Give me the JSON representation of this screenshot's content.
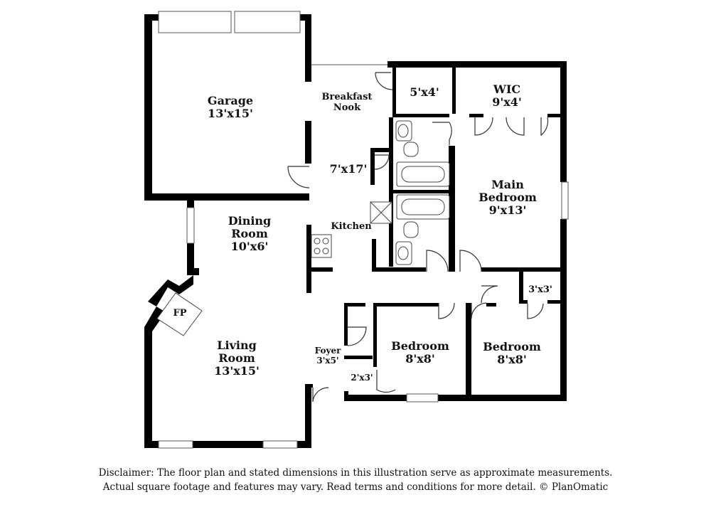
{
  "rooms": [
    {
      "key": "garage",
      "name": "Garage",
      "dims": "13'x15'"
    },
    {
      "key": "breakfast",
      "name": "Breakfast\nNook",
      "dims": ""
    },
    {
      "key": "closet54",
      "name": "",
      "dims": "5'x4'"
    },
    {
      "key": "wic",
      "name": "WIC",
      "dims": "9'x4'"
    },
    {
      "key": "hall",
      "name": "",
      "dims": "7'x17'"
    },
    {
      "key": "main",
      "name": "Main\nBedroom",
      "dims": "9'x13'"
    },
    {
      "key": "dining",
      "name": "Dining\nRoom",
      "dims": "10'x6'"
    },
    {
      "key": "kitchen",
      "name": "Kitchen",
      "dims": ""
    },
    {
      "key": "closet33",
      "name": "",
      "dims": "3'x3'"
    },
    {
      "key": "fp",
      "name": "FP",
      "dims": ""
    },
    {
      "key": "living",
      "name": "Living\nRoom",
      "dims": "13'x15'"
    },
    {
      "key": "foyer",
      "name": "Foyer",
      "dims": "3'x5'"
    },
    {
      "key": "bed1",
      "name": "Bedroom",
      "dims": "8'x8'"
    },
    {
      "key": "bed2",
      "name": "Bedroom",
      "dims": "8'x8'"
    },
    {
      "key": "closet23",
      "name": "",
      "dims": "2'x3'"
    }
  ],
  "disclaimer": {
    "line1": "Disclaimer: The floor plan and stated dimensions in this illustration serve as approximate measurements.",
    "line2": "Actual square footage and features may vary. Read terms and conditions for more detail. © PlanOmatic"
  }
}
